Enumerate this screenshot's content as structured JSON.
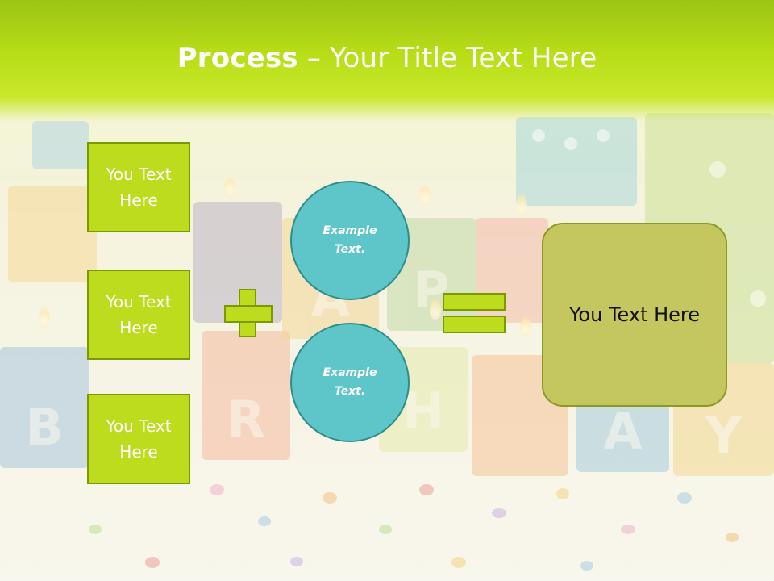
{
  "slide": {
    "title_bold": "Process",
    "title_rest": " – Your Title Text Here"
  },
  "left_boxes": [
    {
      "text": "You Text Here"
    },
    {
      "text": "You Text Here"
    },
    {
      "text": "You Text Here"
    }
  ],
  "circles": [
    {
      "text": "Example Text."
    },
    {
      "text": "Example Text."
    }
  ],
  "result_box": {
    "text": "You Text Here"
  },
  "colors": {
    "header_green": "#b7de17",
    "box_green": "#bedc1e",
    "box_border": "#7a9a00",
    "circle_teal": "#5ec6c8",
    "result_olive": "#c4c660"
  }
}
